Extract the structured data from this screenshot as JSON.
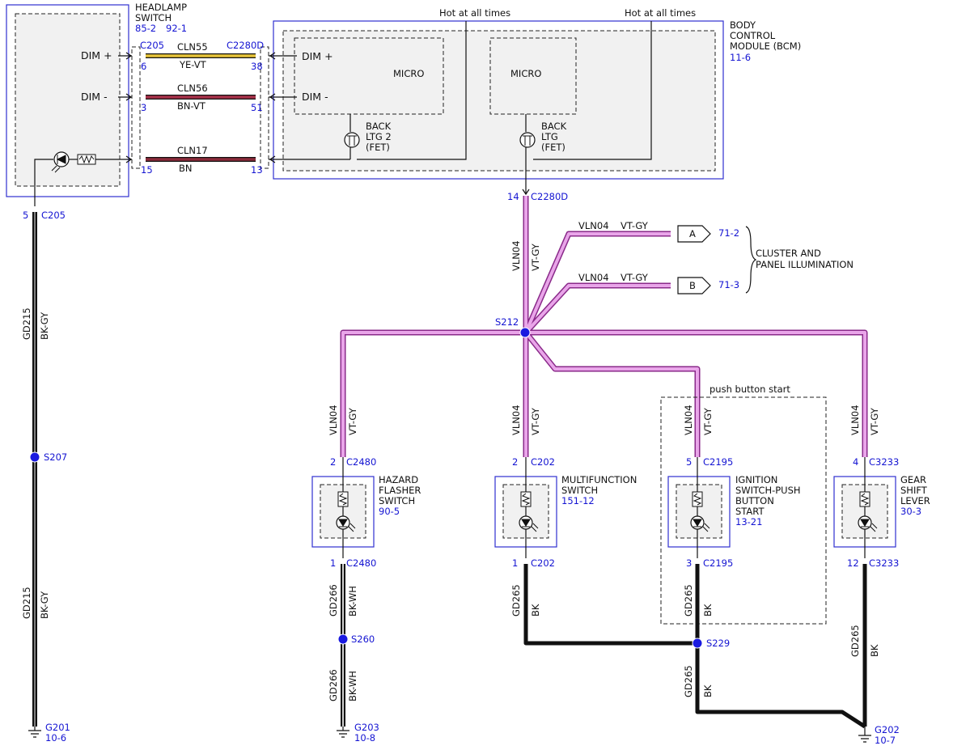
{
  "headlamp_switch": {
    "name": [
      "HEADLAMP",
      "SWITCH"
    ],
    "ref1": "85-2",
    "ref2": "92-1",
    "dim_plus": "DIM +",
    "dim_minus": "DIM -"
  },
  "bcm": {
    "name": [
      "BODY",
      "CONTROL",
      "MODULE (BCM)"
    ],
    "ref": "11-6",
    "hot1": "Hot at all times",
    "hot2": "Hot at all times",
    "micro1": "MICRO",
    "micro2": "MICRO",
    "dim_plus": "DIM +",
    "dim_minus": "DIM -",
    "fet1": [
      "BACK",
      "LTG 2",
      "(FET)"
    ],
    "fet2": [
      "BACK",
      "LTG",
      "(FET)"
    ]
  },
  "connectors": {
    "c205": "C205",
    "c205_pin6": "6",
    "c205_pin3": "3",
    "c205_pin15": "15",
    "c2280d": "C2280D",
    "c2280d_pin38": "38",
    "c2280d_pin51": "51",
    "c2280d_pin13": "13",
    "c2280d_bottom": "C2280D",
    "c2280d_bottom_pin": "14",
    "c205_bottom": "C205",
    "c205_bottom_pin": "5"
  },
  "wires": {
    "cln55": "CLN55",
    "cln55_color": "YE-VT",
    "cln56": "CLN56",
    "cln56_color": "BN-VT",
    "cln17": "CLN17",
    "cln17_color": "BN",
    "gd215": "GD215",
    "gd215_color": "BK-GY",
    "vln04": "VLN04",
    "vln04_color": "VT-GY",
    "gd266": "GD266",
    "gd266_color": "BK-WH",
    "gd265": "GD265",
    "gd265_color": "BK"
  },
  "splices": {
    "s212": "S212",
    "s207": "S207",
    "s260": "S260",
    "s229": "S229"
  },
  "offpage": {
    "a_label": "A",
    "a_ref": "71-2",
    "b_label": "B",
    "b_ref": "71-3",
    "cluster": [
      "CLUSTER AND",
      "PANEL ILLUMINATION"
    ]
  },
  "push_button_start": "push button start",
  "components": {
    "hazard": {
      "name": [
        "HAZARD",
        "FLASHER",
        "SWITCH"
      ],
      "ref": "90-5",
      "conn": "C2480",
      "pin_top": "2",
      "pin_bot": "1"
    },
    "multifunction": {
      "name": [
        "MULTIFUNCTION",
        "SWITCH"
      ],
      "ref": "151-12",
      "conn": "C202",
      "pin_top": "2",
      "pin_bot": "1"
    },
    "ignition": {
      "name": [
        "IGNITION",
        "SWITCH-PUSH",
        "BUTTON",
        "START"
      ],
      "ref": "13-21",
      "conn": "C2195",
      "pin_top": "5",
      "pin_bot": "3"
    },
    "gear": {
      "name": [
        "GEAR",
        "SHIFT",
        "LEVER"
      ],
      "ref": "30-3",
      "conn": "C3233",
      "pin_top": "4",
      "pin_bot": "12"
    }
  },
  "grounds": {
    "g201": "G201",
    "g201_ref": "10-6",
    "g203": "G203",
    "g203_ref": "10-8",
    "g202": "G202",
    "g202_ref": "10-7"
  },
  "colors": {
    "connector_text": "#1414d2",
    "vt_gy_wire": "#e9a5e9",
    "ye_vt_wire": "#e8c53a",
    "bn_vt_wire": "#a8324a",
    "bn_wire": "#8c2a3a"
  }
}
